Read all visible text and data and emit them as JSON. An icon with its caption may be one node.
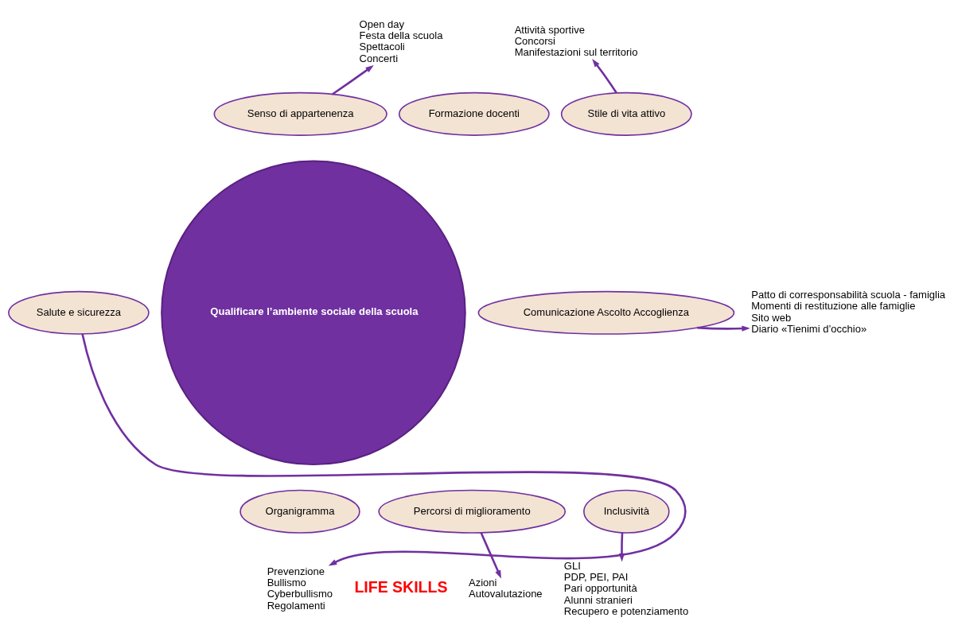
{
  "diagram": {
    "nodes": [
      {
        "text": [
          "Qualificare l’ambiente sociale della scuola"
        ]
      },
      {
        "text": [
          "Formazione docenti"
        ]
      },
      {
        "text": [
          "Senso di appartenenza"
        ]
      },
      {
        "text": [
          "Stile di vita attivo"
        ]
      },
      {
        "text": [
          "Comunicazione Ascolto Accoglienza"
        ]
      },
      {
        "text": [
          "Salute e sicurezza"
        ]
      },
      {
        "text": [
          "Inclusività"
        ]
      },
      {
        "text": [
          "Organigramma"
        ]
      },
      {
        "text": [
          "Percorsi di miglioramento"
        ]
      },
      {
        "text": [
          "Open day",
          "Festa della scuola",
          "Spettacoli",
          "Concerti"
        ]
      },
      {
        "text": [
          "Attività sportive",
          "Concorsi",
          "Manifestazioni sul territorio"
        ]
      },
      {
        "text": [
          "Patto di corresponsabilità scuola - famiglia",
          "Momenti di restituzione alle famiglie",
          "Sito web",
          "Diario «Tienimi d’occhio»"
        ]
      },
      {
        "text": [
          "Prevenzione",
          "Bullismo",
          "Cyberbullismo",
          "Regolamenti"
        ]
      },
      {
        "text": [
          "GLI",
          "PDP, PEI, PAI",
          "Pari opportunità",
          "Alunni stranieri",
          "Recupero e potenziamento"
        ]
      },
      {
        "text": [
          "Azioni",
          "Autovalutazione"
        ]
      }
    ],
    "edges": [
      {
        "from": 2,
        "to": 9,
        "arrow": "to"
      },
      {
        "from": 3,
        "to": 10,
        "arrow": "to"
      },
      {
        "from": 4,
        "to": 11,
        "arrow": "to"
      },
      {
        "from": 5,
        "to": 12,
        "arrow": "to"
      },
      {
        "from": 6,
        "to": 13,
        "arrow": "to"
      },
      {
        "from": 8,
        "to": 14,
        "arrow": "to"
      }
    ],
    "labels": [
      "LIFE SKILLS"
    ]
  }
}
